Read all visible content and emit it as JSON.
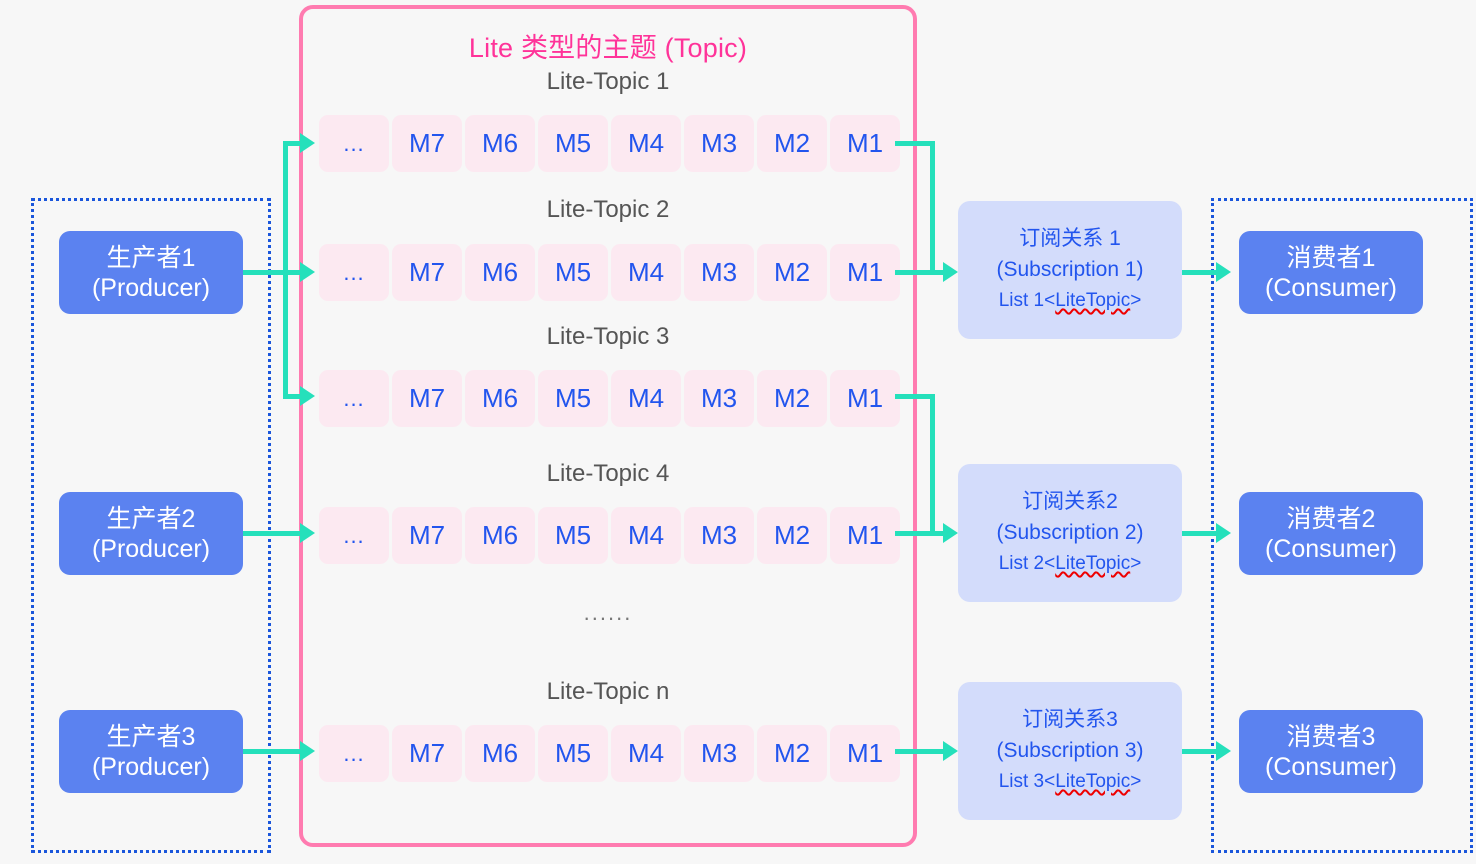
{
  "diagram": {
    "topic_container": {
      "title": "Lite 类型的主题 (Topic)"
    },
    "topics": [
      {
        "label": "Lite-Topic 1",
        "cells": [
          "...",
          "M7",
          "M6",
          "M5",
          "M4",
          "M3",
          "M2",
          "M1"
        ]
      },
      {
        "label": "Lite-Topic 2",
        "cells": [
          "...",
          "M7",
          "M6",
          "M5",
          "M4",
          "M3",
          "M2",
          "M1"
        ]
      },
      {
        "label": "Lite-Topic 3",
        "cells": [
          "...",
          "M7",
          "M6",
          "M5",
          "M4",
          "M3",
          "M2",
          "M1"
        ]
      },
      {
        "label": "Lite-Topic 4",
        "cells": [
          "...",
          "M7",
          "M6",
          "M5",
          "M4",
          "M3",
          "M2",
          "M1"
        ]
      },
      {
        "label": "Lite-Topic n",
        "cells": [
          "...",
          "M7",
          "M6",
          "M5",
          "M4",
          "M3",
          "M2",
          "M1"
        ]
      }
    ],
    "mid_ellipsis": "......",
    "producers": [
      {
        "name_cn": "生产者1",
        "name_en": "(Producer)"
      },
      {
        "name_cn": "生产者2",
        "name_en": "(Producer)"
      },
      {
        "name_cn": "生产者3",
        "name_en": "(Producer)"
      }
    ],
    "subscriptions": [
      {
        "name_cn": "订阅关系 1",
        "name_en": "(Subscription 1)",
        "list_prefix": "List 1<",
        "list_type": "LiteTopic",
        "list_suffix": ">"
      },
      {
        "name_cn": "订阅关系2",
        "name_en": "(Subscription 2)",
        "list_prefix": "List 2<",
        "list_type": "LiteTopic",
        "list_suffix": ">"
      },
      {
        "name_cn": "订阅关系3",
        "name_en": "(Subscription 3)",
        "list_prefix": "List 3<",
        "list_type": "LiteTopic",
        "list_suffix": ">"
      }
    ],
    "consumers": [
      {
        "name_cn": "消费者1",
        "name_en": "(Consumer)"
      },
      {
        "name_cn": "消费者2",
        "name_en": "(Consumer)"
      },
      {
        "name_cn": "消费者3",
        "name_en": "(Consumer)"
      }
    ],
    "colors": {
      "background": "#f7f7f7",
      "topic_border": "#ff7bb0",
      "topic_title": "#ff3399",
      "node_fill": "#5b82f0",
      "node_text": "#ffffff",
      "subscription_fill": "#d3dcfb",
      "subscription_text": "#2255ee",
      "message_fill": "#fce9f1",
      "message_text": "#2255ee",
      "connector": "#25e0bb",
      "group_border": "#1a56db",
      "topic_label_text": "#555555",
      "spellcheck_squiggle": "#ee0000"
    }
  }
}
